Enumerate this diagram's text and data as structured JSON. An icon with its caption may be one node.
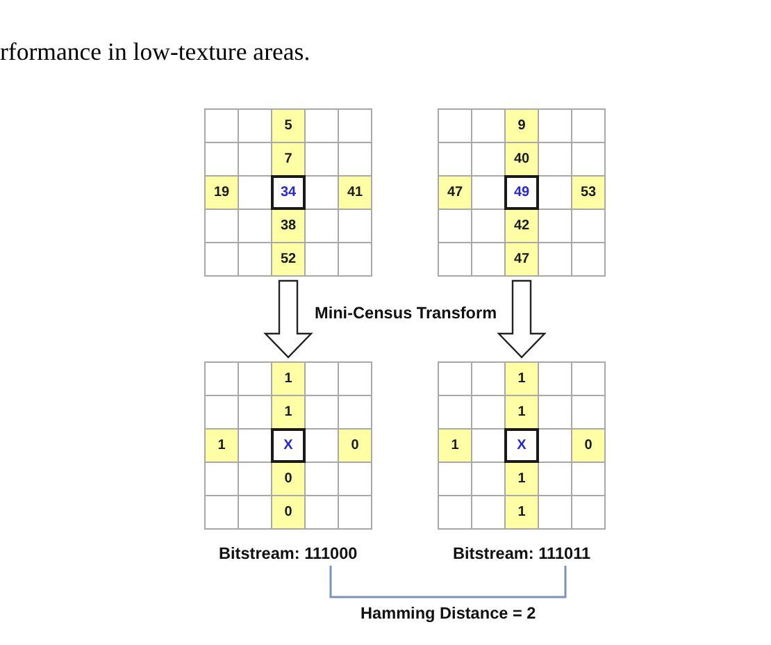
{
  "diagram": {
    "nodes": [
      {
        "text": [
          "5",
          "7",
          "19",
          "34",
          "41",
          "38",
          "52"
        ]
      },
      {
        "text": [
          "9",
          "40",
          "47",
          "49",
          "53",
          "42",
          "47"
        ]
      },
      {
        "text": [
          "1",
          "1",
          "1",
          "X",
          "0",
          "0",
          "0"
        ],
        "beside": [
          "Bitstream: 111000"
        ]
      },
      {
        "text": [
          "1",
          "1",
          "1",
          "X",
          "0",
          "1",
          "1"
        ],
        "beside": [
          "Bitstream: 111011"
        ]
      }
    ],
    "edges": [
      {
        "from": 0,
        "to": 2,
        "arrow": "to",
        "style": "thick"
      },
      {
        "from": 1,
        "to": 3,
        "arrow": "to",
        "style": "thick"
      }
    ],
    "labels": [
      "rformance in low-texture areas.",
      "Mini-Census Transform",
      "Hamming Distance = 2"
    ]
  }
}
